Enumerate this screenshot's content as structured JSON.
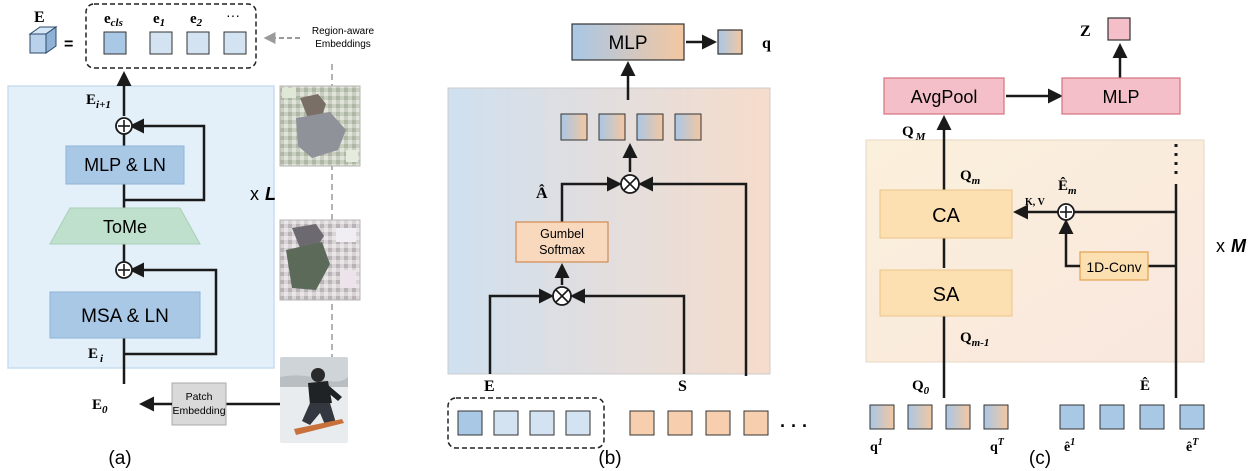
{
  "colors": {
    "blue_box": "#bcd2ea",
    "blue_box_stroke": "#5b8bc0",
    "peach_box": "#f7d3b4",
    "peach_box_stroke": "#d48c55",
    "pink_box": "#f4bfc8",
    "pink_box_stroke": "#d4727f",
    "tome_green": "#b9dcc6",
    "panel_a_bg": "#e3f0f8",
    "panel_c_bg": "#fbf1e2",
    "arrow": "#1a1a1a",
    "dashed_gray": "#999999"
  },
  "panel_a": {
    "caption": "(a)",
    "E_label": "E",
    "equals": "=",
    "e_cls": "e",
    "e_cls_sub": "cls",
    "e1": "e",
    "e1_sub": "1",
    "e2": "e",
    "e2_sub": "2",
    "ellipsis": "···",
    "region_aware_line1": "Region-aware",
    "region_aware_line2": "Embeddings",
    "E_next": "E",
    "E_next_sub": "i+1",
    "mlp_ln": "MLP & LN",
    "tome": "ToMe",
    "msa_ln": "MSA & LN",
    "E_i": "E",
    "E_i_sub": "i",
    "E_0": "E",
    "E_0_sub": "0",
    "patch_line1": "Patch",
    "patch_line2": "Embedding",
    "repeat_x": "x",
    "repeat_L": "L"
  },
  "panel_b": {
    "caption": "(b)",
    "mlp": "MLP",
    "q": "q",
    "A_hat": "Â",
    "gumbel_line1": "Gumbel",
    "gumbel_line2": "Softmax",
    "E": "E",
    "S": "S",
    "ellipsis": "· · ·"
  },
  "panel_c": {
    "caption": "(c)",
    "Z": "Z",
    "avgpool": "AvgPool",
    "mlp": "MLP",
    "Q_M": "Q",
    "Q_M_sub": "M",
    "Q_m": "Q",
    "Q_m_sub": "m",
    "E_m_hat": "Ê",
    "E_m_sub": "m",
    "kv": "K, V",
    "ca": "CA",
    "sa": "SA",
    "conv": "1D-Conv",
    "Q_m1": "Q",
    "Q_m1_sub": "m-1",
    "Q_0": "Q",
    "Q_0_sub": "0",
    "E_hat": "Ê",
    "repeat_x": "x",
    "repeat_M": "M",
    "q1": "q",
    "q1_sup": "1",
    "qT": "q",
    "qT_sup": "T",
    "e1_hat": "ê",
    "e1_sup": "1",
    "eT_hat": "ê",
    "eT_sup": "T"
  }
}
